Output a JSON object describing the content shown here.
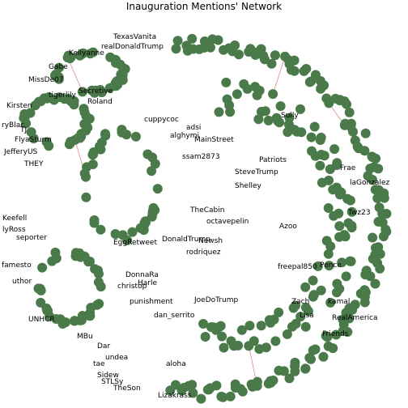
{
  "title": "Inauguration Mentions' Network",
  "colors": {
    "node": "#4a7a4a",
    "edge": "#d98c8c",
    "label": "#000000"
  },
  "labels": [
    "TexasVanita",
    "realDonaldTrump",
    "Kellyanne",
    "Gabe",
    "MissDe07",
    "tigerlily",
    "Secretive",
    "Roland",
    "Kirsten",
    "ryBlac",
    "TJ",
    "FlyaSturm",
    "JefferyUS",
    "THEY",
    "Keefell",
    "lyRoss",
    "seporter",
    "famesto",
    "uthor",
    "UNHCR",
    "MBu",
    "Dar",
    "undea",
    "tae",
    "Sidew",
    "STLSy",
    "TheSon",
    "Lizakrass",
    "EggRetweet",
    "DonaldTrump",
    "TheCabin",
    "octavepelin",
    "Newsh",
    "rodriquez",
    "DonnaRa",
    "Harle",
    "christop",
    "punishment",
    "JoeDoTrump",
    "dan_serrito",
    "aloha",
    "alghymi",
    "MainStreet",
    "ssam2873",
    "cuppycoc",
    "adsi",
    "Sully",
    "Patriots",
    "SteveTrump",
    "Shelley",
    "Twz23",
    "Frae",
    "laGonzalez",
    "Azoo",
    "freepal850",
    "Zach",
    "kamal",
    "RealAmerica",
    "Lisa",
    "Pence",
    "Friends"
  ]
}
